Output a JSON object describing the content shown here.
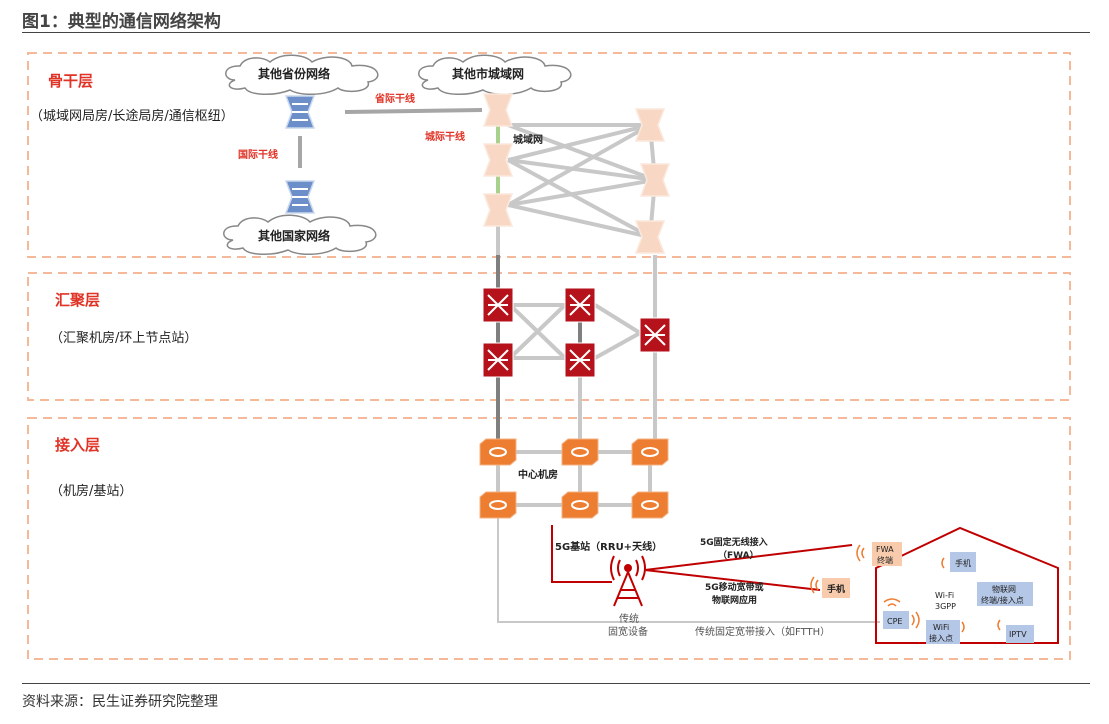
{
  "figure_title": "图1：典型的通信网络架构",
  "source": "资料来源：民生证券研究院整理",
  "layers": [
    {
      "name": "骨干层",
      "desc": "（城域网局房/长途局房/通信枢纽）"
    },
    {
      "name": "汇聚层",
      "desc": "（汇聚机房/环上节点站）"
    },
    {
      "name": "接入层",
      "desc": "（机房/基站）"
    }
  ],
  "clouds": {
    "other_province": "其他省份网络",
    "other_city": "其他市城域网",
    "other_country": "其他国家网络"
  },
  "links": {
    "provincial_trunk": "省际干线",
    "intercity_trunk": "城际干线",
    "international_trunk": "国际干线"
  },
  "labels": {
    "metro_network": "城域网",
    "central_office": "中心机房",
    "base_station": "5G基站（RRU+天线）",
    "fwa_access_1": "5G固定无线接入",
    "fwa_access_2": "（FWA）",
    "mobile_bb_1": "5G移动宽带或",
    "mobile_bb_2": "物联网应用",
    "legacy_fixed_1": "传统",
    "legacy_fixed_2": "固宽设备",
    "fixed_bb_access": "传统固定宽带接入（如FTTH）"
  },
  "home": {
    "fwa_terminal_1": "FWA",
    "fwa_terminal_2": "终端",
    "phone": "手机",
    "iot_1": "物联网",
    "iot_2": "终端/接入点",
    "wifi_3gpp_1": "Wi-Fi",
    "wifi_3gpp_2": "3GPP",
    "cpe": "CPE",
    "wifi_ap_1": "WiFi",
    "wifi_ap_2": "接入点",
    "iptv": "IPTV"
  },
  "outdoor_phone": "手机",
  "colors": {
    "accent_red": "#e03326",
    "dashed_border": "#f5b99a",
    "switch_red": "#b5121b",
    "access_orange": "#ed7d31",
    "backbone_router": "#f8d8c4",
    "link_gray": "#c8c8c8",
    "international_router": "#6c8ec9",
    "device_box": "#b4c7e7",
    "fwa_box": "#f8cbad"
  },
  "icons": [
    "cloud-icon",
    "router-icon",
    "switch-icon",
    "access-switch-icon",
    "antenna-tower-icon",
    "wifi-signal-icon",
    "house-outline-icon"
  ]
}
